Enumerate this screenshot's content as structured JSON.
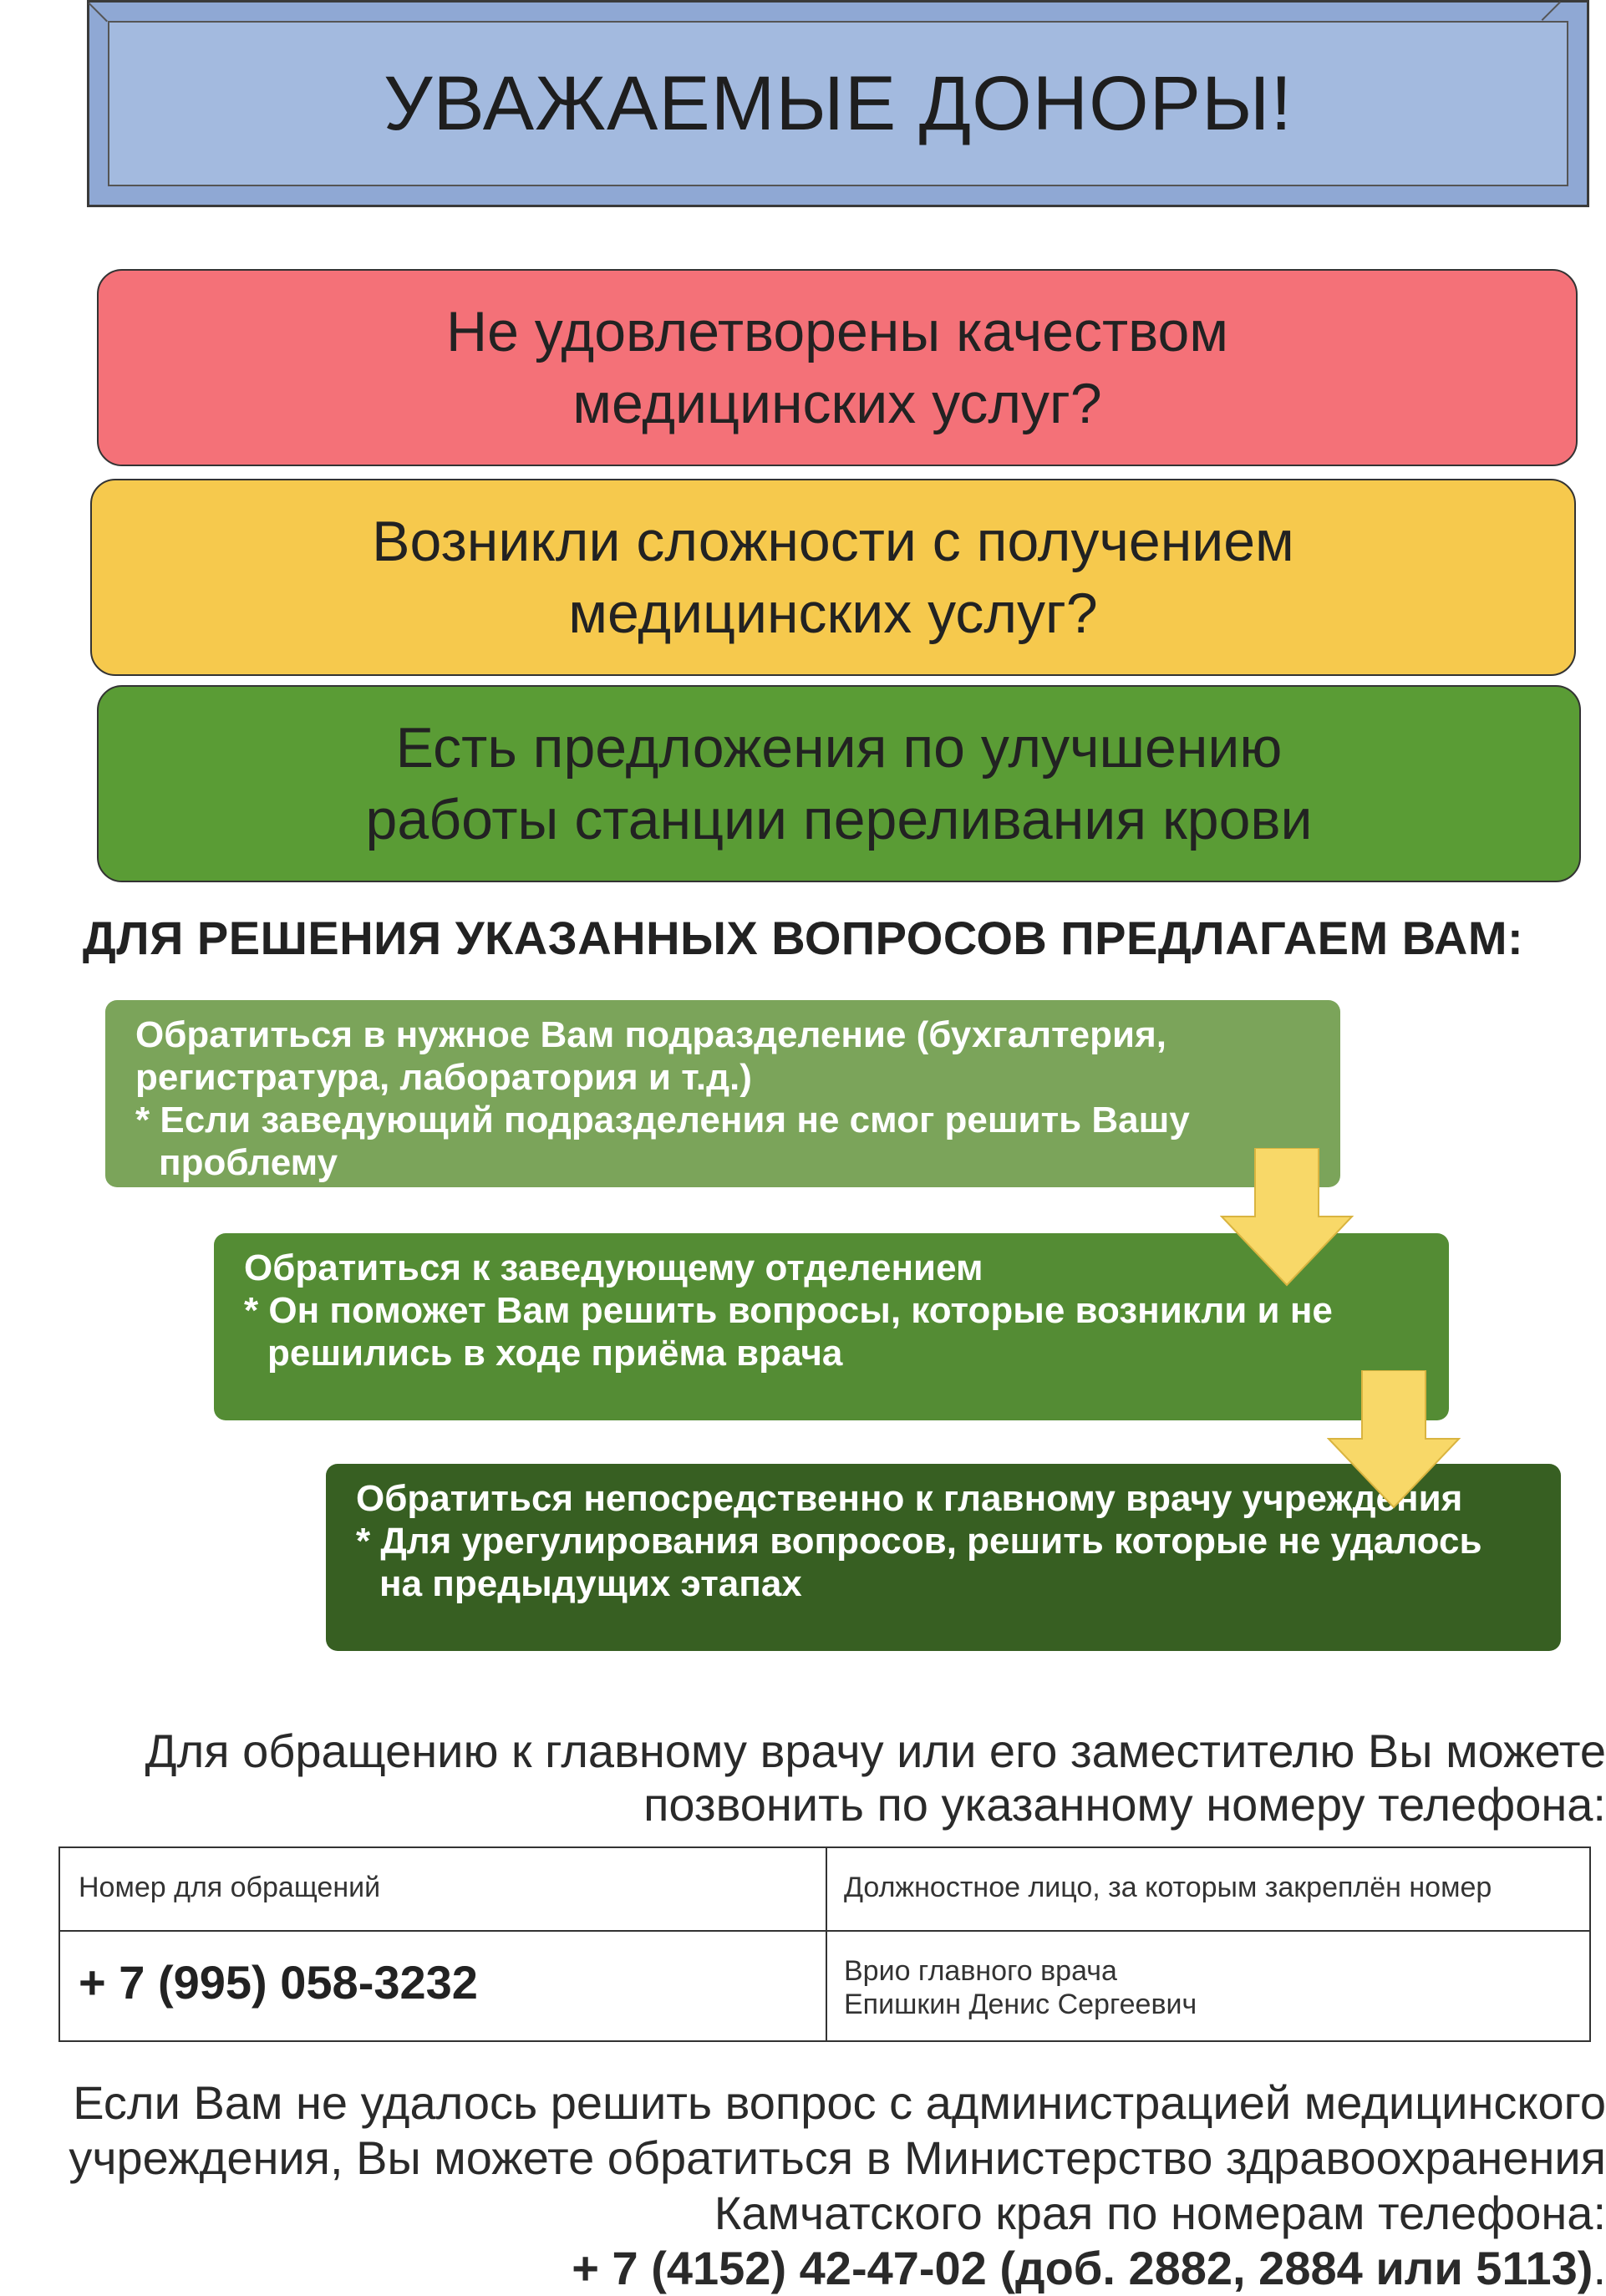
{
  "header": {
    "title": "УВАЖАЕМЫЕ ДОНОРЫ!"
  },
  "questions": [
    {
      "line1": "Не удовлетворены качеством",
      "line2": "медицинских услуг?",
      "color": "#f47178"
    },
    {
      "line1": "Возникли сложности с получением",
      "line2": "медицинских услуг?",
      "color": "#f6c94d"
    },
    {
      "line1": "Есть предложения по улучшению",
      "line2": "работы станции переливания крови",
      "color": "#5a9c35"
    }
  ],
  "proposal_heading": "ДЛЯ РЕШЕНИЯ УКАЗАННЫХ ВОПРОСОВ ПРЕДЛАГАЕМ ВАМ:",
  "steps": [
    {
      "lines": [
        "Обратиться в нужное Вам подразделение (бухгалтерия,",
        "регистратура, лаборатория и т.д.)",
        "* Если заведующий подразделения не смог решить Вашу",
        "проблему"
      ]
    },
    {
      "lines": [
        "Обратиться к заведующему отделением",
        "* Он поможет Вам решить вопросы, которые возникли и не",
        "решились в ходе приёма врача"
      ]
    },
    {
      "lines": [
        "Обратиться непосредственно к главному врачу учреждения",
        "* Для урегулирования вопросов, решить которые не удалось",
        "на предыдущих этапах"
      ]
    }
  ],
  "contact_intro": {
    "line1": "Для обращению к главному врачу или его заместителю Вы можете",
    "line2": "позвонить по указанному номеру телефона:"
  },
  "contact_table": {
    "header_number": "Номер для обращений",
    "header_official": "Должностное лицо, за которым закреплён номер",
    "phone": "+ 7 (995) 058-3232",
    "official_title": "Врио главного врача",
    "official_name": "Епишкин Денис Сергеевич"
  },
  "ministry": {
    "line1": "Если Вам не удалось решить вопрос с администрацией медицинского",
    "line2": "учреждения, Вы можете обратиться в Министерство здравоохранения",
    "line3": "Камчатского края по номерам телефона:",
    "phones": "+ 7 (4152) 42-47-02 (доб. 2882, 2884 или 5113)",
    "end": "."
  }
}
